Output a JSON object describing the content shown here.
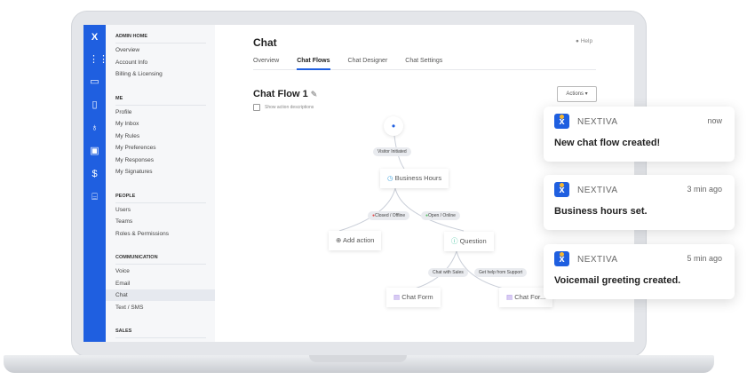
{
  "sidebar": {
    "sections": [
      {
        "title": "ADMIN HOME",
        "items": [
          "Overview",
          "Account Info",
          "Billing & Licensing"
        ]
      },
      {
        "title": "ME",
        "items": [
          "Profile",
          "My Inbox",
          "My Rules",
          "My Preferences",
          "My Responses",
          "My Signatures"
        ]
      },
      {
        "title": "PEOPLE",
        "items": [
          "Users",
          "Teams",
          "Roles & Permissions"
        ]
      },
      {
        "title": "COMMUNICATION",
        "items": [
          "Voice",
          "Email",
          "Chat",
          "Text / SMS"
        ]
      },
      {
        "title": "SALES",
        "items": []
      }
    ],
    "active": "Chat"
  },
  "header": {
    "title": "Chat",
    "help": "Help"
  },
  "tabs": [
    "Overview",
    "Chat Flows",
    "Chat Designer",
    "Chat Settings"
  ],
  "active_tab": "Chat Flows",
  "flow": {
    "title": "Chat Flow 1",
    "show_desc": "Show action descriptions",
    "actions": "Actions ▾",
    "nodes": {
      "business": "Business Hours",
      "add": "Add action",
      "question": "Question",
      "form1": "Chat Form",
      "form2": "Chat For..."
    },
    "edges": {
      "visitor": "Visitor Initiated",
      "closed": "Closed / Offline",
      "open": "Open / Online",
      "sales": "Chat with Sales",
      "support": "Get help from Support"
    }
  },
  "notifications": [
    {
      "brand": "NEXTIVA",
      "time": "now",
      "message": "New chat flow created!"
    },
    {
      "brand": "NEXTIVA",
      "time": "3 min ago",
      "message": "Business hours set."
    },
    {
      "brand": "NEXTIVA",
      "time": "5 min ago",
      "message": "Voicemail greeting created."
    }
  ],
  "colors": {
    "accent": "#1f5fe0",
    "logo_dot": "#f5b731",
    "closed": "#e55353",
    "open": "#5cc46b"
  }
}
